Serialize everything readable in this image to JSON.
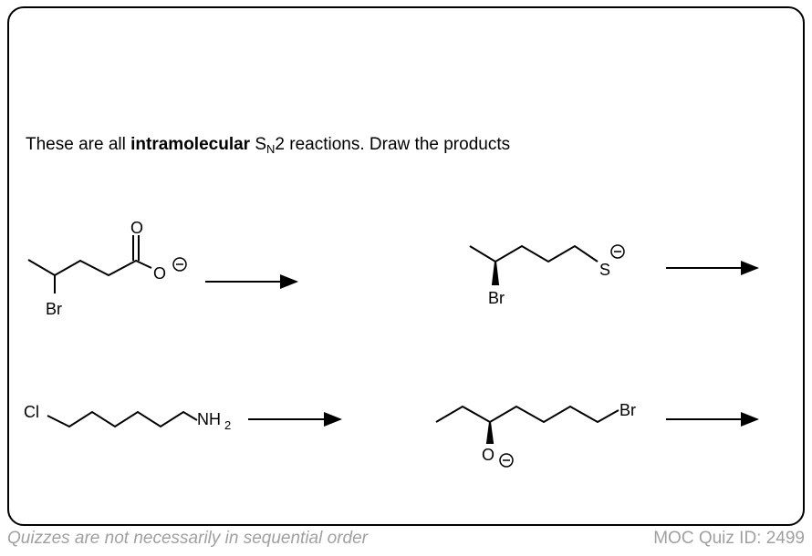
{
  "prompt": {
    "before": "These are all ",
    "bold": "intramolecular",
    "sn": "S",
    "sub": "N",
    "after": "2 reactions. Draw the products"
  },
  "molecules": {
    "m1": {
      "br": "Br",
      "o_top": "O",
      "o_minus": "O"
    },
    "m2": {
      "br": "Br",
      "s": "S"
    },
    "m3": {
      "cl": "Cl",
      "nh": "NH",
      "sub2": "2"
    },
    "m4": {
      "br": "Br",
      "o": "O"
    }
  },
  "footer": {
    "left": "Quizzes are not necessarily in sequential order",
    "right": "MOC Quiz ID: 2499"
  }
}
